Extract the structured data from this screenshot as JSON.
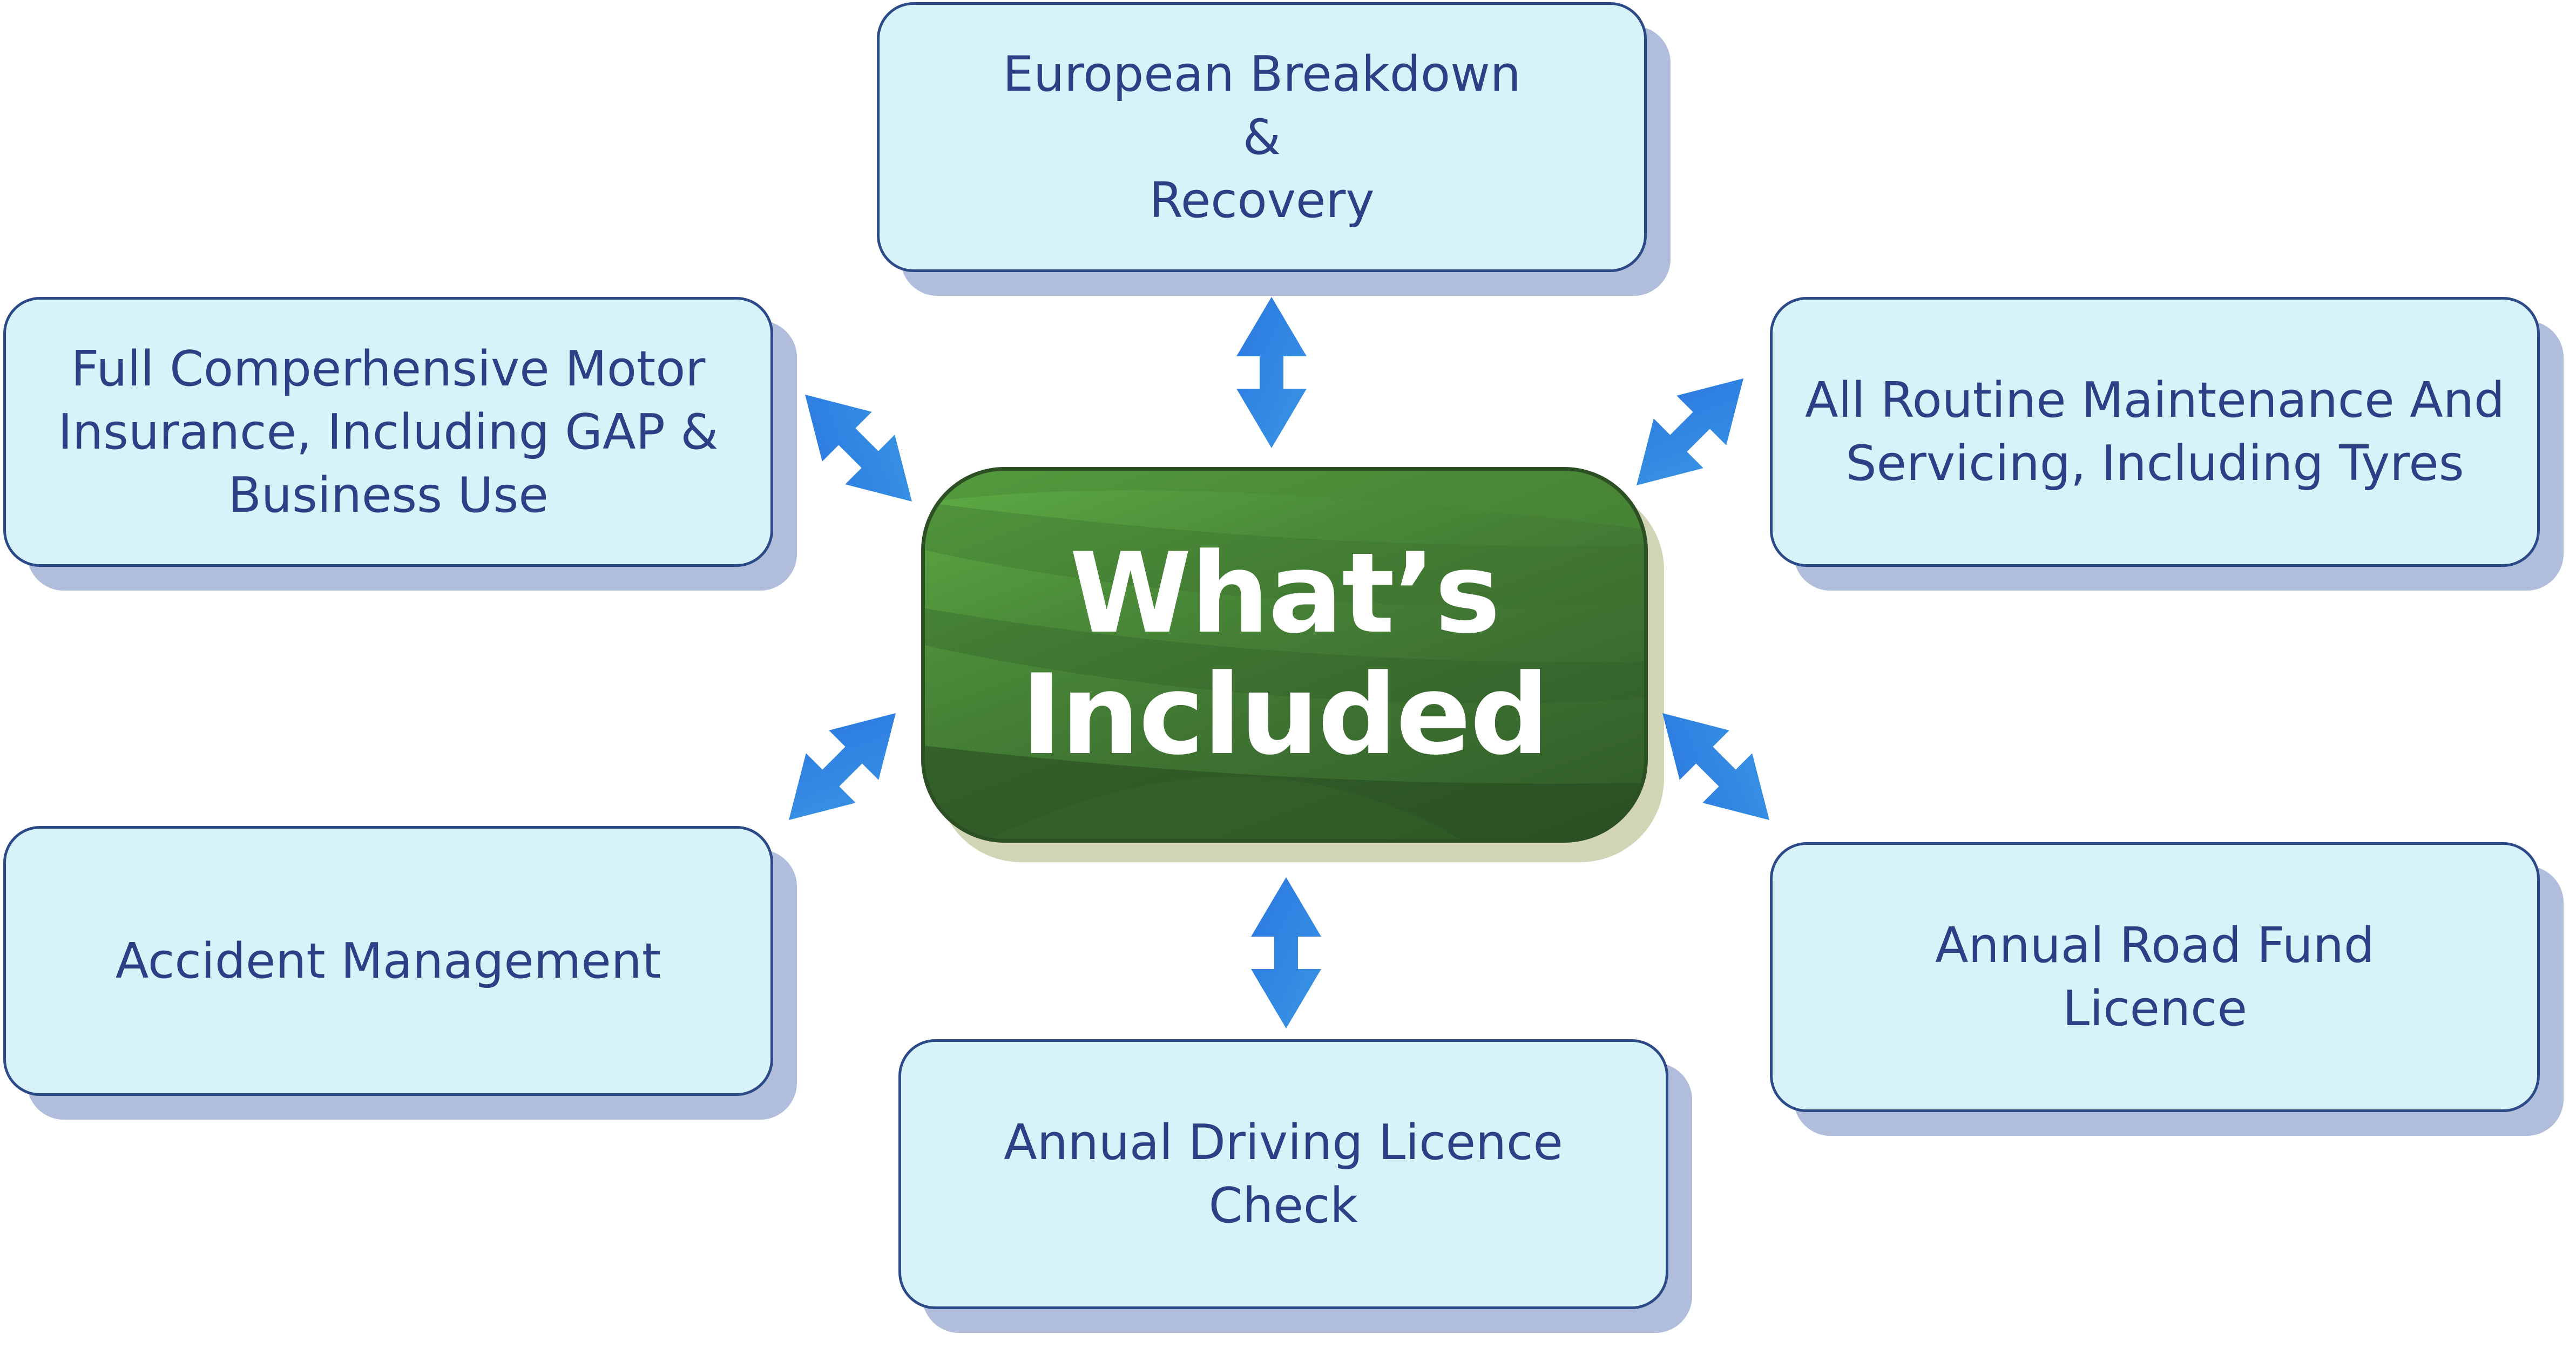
{
  "center": {
    "line1": "What’s",
    "line2": "Included"
  },
  "items": [
    {
      "id": "european-breakdown",
      "lines": [
        "European Breakdown",
        "&",
        "Recovery"
      ]
    },
    {
      "id": "motor-insurance",
      "lines": [
        "Full Comperhensive Motor",
        "Insurance, Including GAP &",
        "Business Use"
      ]
    },
    {
      "id": "routine-maintenance",
      "lines": [
        "All Routine Maintenance And",
        "Servicing, Including Tyres"
      ]
    },
    {
      "id": "accident-management",
      "lines": [
        "Accident Management"
      ]
    },
    {
      "id": "road-fund-licence",
      "lines": [
        "Annual Road Fund",
        "Licence"
      ]
    },
    {
      "id": "driving-licence-check",
      "lines": [
        "Annual Driving Licence",
        "Check"
      ]
    }
  ],
  "colors": {
    "box_fill": "#d8f2fa",
    "box_border": "#2c4a87",
    "box_text": "#2e3f86",
    "arrow": "#2f7fe0",
    "center_green": "#3f7432",
    "center_text": "#ffffff"
  },
  "icons": [
    "double-headed-arrow-icon"
  ]
}
